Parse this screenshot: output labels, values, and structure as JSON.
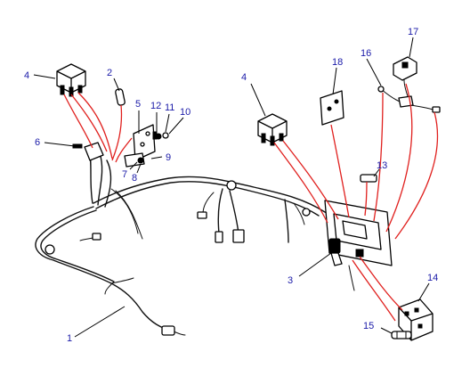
{
  "colors": {
    "callout_numbers": "#1a1aa8",
    "assembly_lines": "#e0201e",
    "line_art": "#000000",
    "background": "#ffffff"
  },
  "callouts": [
    {
      "id": "1",
      "label": "1"
    },
    {
      "id": "2",
      "label": "2"
    },
    {
      "id": "3",
      "label": "3"
    },
    {
      "id": "4a",
      "label": "4"
    },
    {
      "id": "4b",
      "label": "4"
    },
    {
      "id": "5",
      "label": "5"
    },
    {
      "id": "6",
      "label": "6"
    },
    {
      "id": "7",
      "label": "7"
    },
    {
      "id": "8",
      "label": "8"
    },
    {
      "id": "9",
      "label": "9"
    },
    {
      "id": "10",
      "label": "10"
    },
    {
      "id": "11",
      "label": "11"
    },
    {
      "id": "12",
      "label": "12"
    },
    {
      "id": "13",
      "label": "13"
    },
    {
      "id": "14",
      "label": "14"
    },
    {
      "id": "15",
      "label": "15"
    },
    {
      "id": "16",
      "label": "16"
    },
    {
      "id": "17",
      "label": "17"
    },
    {
      "id": "18",
      "label": "18"
    }
  ]
}
